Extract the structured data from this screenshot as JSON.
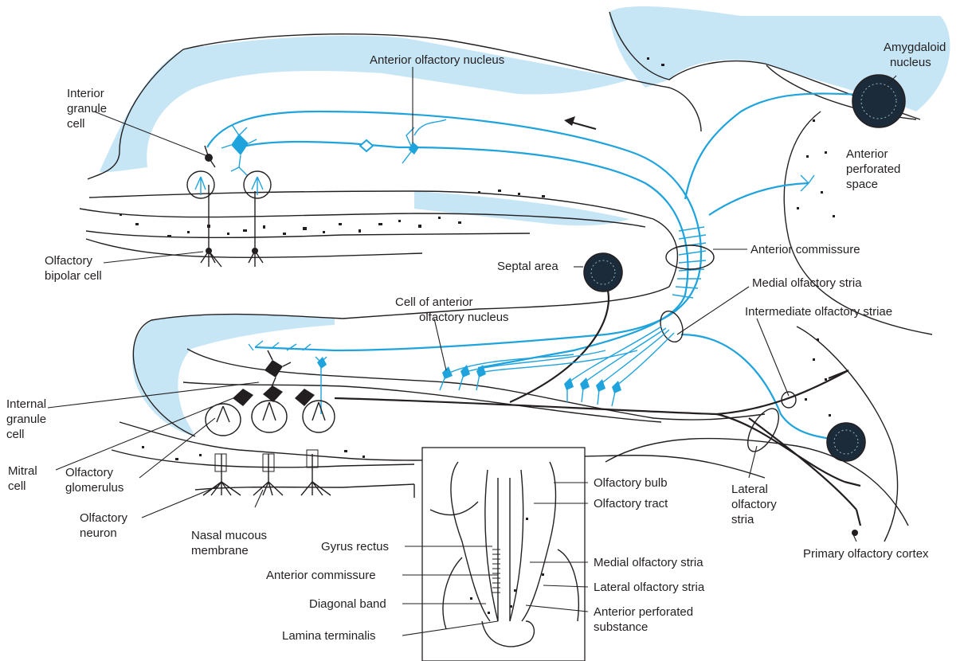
{
  "colors": {
    "ink": "#231f20",
    "neuron_blue": "#1fa3dc",
    "shading": "#c6e6f6"
  },
  "labels": {
    "anterior_olfactory_nucleus": "Anterior olfactory nucleus",
    "amygdaloid_1": "Amygdaloid",
    "amygdaloid_2": "nucleus",
    "interior_granule_1": "Interior",
    "interior_granule_2": "granule",
    "interior_granule_3": "cell",
    "anterior_perforated_space_1": "Anterior",
    "anterior_perforated_space_2": "perforated",
    "anterior_perforated_space_3": "space",
    "olfactory_bipolar_1": "Olfactory",
    "olfactory_bipolar_2": "bipolar cell",
    "anterior_commissure": "Anterior commissure",
    "septal_area": "Septal area",
    "medial_olfactory_stria": "Medial olfactory stria",
    "cell_anterior_nucleus_1": "Cell of anterior",
    "cell_anterior_nucleus_2": "olfactory nucleus",
    "intermediate_striae": "Intermediate olfactory striae",
    "internal_granule_1": "Internal",
    "internal_granule_2": "granule",
    "internal_granule_3": "cell",
    "mitral_1": "Mitral",
    "mitral_2": "cell",
    "glomerulus_1": "Olfactory",
    "glomerulus_2": "glomerulus",
    "olfactory_neuron_1": "Olfactory",
    "olfactory_neuron_2": "neuron",
    "nasal_mucous_1": "Nasal mucous",
    "nasal_mucous_2": "membrane",
    "lateral_stria_1": "Lateral",
    "lateral_stria_2": "olfactory",
    "lateral_stria_3": "stria",
    "primary_cortex": "Primary olfactory cortex"
  },
  "inset_labels": {
    "olfactory_bulb": "Olfactory bulb",
    "olfactory_tract": "Olfactory tract",
    "gyrus_rectus": "Gyrus rectus",
    "medial_stria": "Medial olfactory stria",
    "anterior_commissure": "Anterior commissure",
    "lateral_stria": "Lateral olfactory stria",
    "diagonal_band": "Diagonal band",
    "perforated_1": "Anterior perforated",
    "perforated_2": "substance",
    "lamina_terminalis": "Lamina terminalis"
  }
}
